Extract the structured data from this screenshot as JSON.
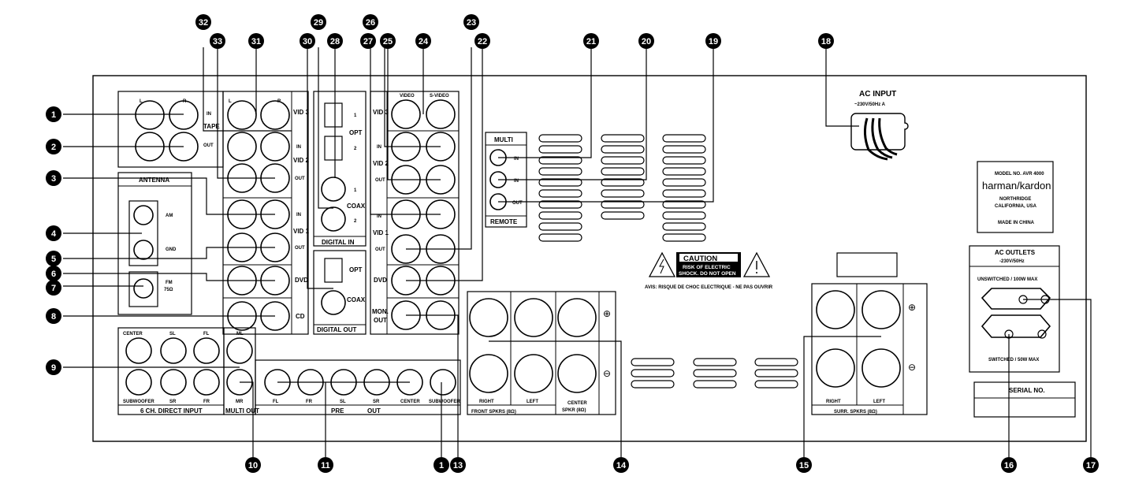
{
  "panel": {
    "tape": {
      "l": "L",
      "r": "R",
      "in": "IN",
      "out": "OUT",
      "title": "TAPE"
    },
    "antenna": {
      "title": "ANTENNA",
      "am": "AM",
      "gnd": "GND",
      "fm": "FM",
      "fm_ohm": "75Ω"
    },
    "video_audio": {
      "l": "L",
      "r": "R",
      "vid3": "VID 3",
      "vid2": "VID 2",
      "vid1": "VID 1",
      "in": "IN",
      "out": "OUT",
      "dvd": "DVD",
      "cd": "CD"
    },
    "digital_in": {
      "title": "DIGITAL IN",
      "opt": "OPT",
      "coax": "COAX",
      "n1": "1",
      "n2": "2"
    },
    "digital_out": {
      "title": "DIGITAL OUT",
      "opt": "OPT",
      "coax": "COAX"
    },
    "video": {
      "video": "VIDEO",
      "svideo": "S-VIDEO",
      "vid3": "VID 3",
      "vid2": "VID 2",
      "vid1": "VID 1",
      "in": "IN",
      "out": "OUT",
      "dvd": "DVD",
      "mon": "MON.",
      "mon_out": "OUT"
    },
    "remote": {
      "multi": "MULTI",
      "in1": "IN",
      "in2": "IN",
      "out": "OUT",
      "remote": "REMOTE"
    },
    "ac_input": {
      "title": "AC INPUT",
      "spec": "~230V/50Hz  A"
    },
    "model": {
      "model": "MODEL NO. AVR 4000",
      "brand": "harman/kardon",
      "city": "NORTHRIDGE",
      "state": "CALIFORNIA, USA",
      "made": "MADE IN CHINA"
    },
    "caution": {
      "title": "CAUTION",
      "line1": "RISK OF ELECTRIC",
      "line2": "SHOCK. DO NOT OPEN",
      "avis": "AVIS: RISQUE DE CHOC ELECTRIQUE - NE PAS OUVRIR"
    },
    "direct_input": {
      "center": "CENTER",
      "sl": "SL",
      "fl": "FL",
      "ml": "ML",
      "subwoofer": "SUBWOOFER",
      "sr": "SR",
      "fr": "FR",
      "mr": "MR",
      "title": "6 CH. DIRECT INPUT",
      "multi_out": "MULTI OUT"
    },
    "pre_out": {
      "fl": "FL",
      "fr": "FR",
      "sl": "SL",
      "sr": "SR",
      "center": "CENTER",
      "subwoofer": "SUBWOOFER",
      "pre": "PRE",
      "out": "OUT"
    },
    "front_spkrs": {
      "right": "RIGHT",
      "left": "LEFT",
      "title": "FRONT SPKRS (8Ω)",
      "center": "CENTER",
      "center_title": "SPKR (8Ω)",
      "plus": "⊕",
      "minus": "⊖"
    },
    "surr_spkrs": {
      "right": "RIGHT",
      "left": "LEFT",
      "title": "SURR. SPKRS (8Ω)",
      "plus": "⊕",
      "minus": "⊖"
    },
    "ac_outlets": {
      "title": "AC OUTLETS",
      "spec": "-230V/50Hz",
      "unswitched": "UNSWITCHED / 100W MAX",
      "switched": "SWITCHED / 50W MAX"
    },
    "serial": {
      "title": "SERIAL NO."
    }
  },
  "callouts": {
    "c1": "1",
    "c2": "2",
    "c3": "3",
    "c4": "4",
    "c5": "5",
    "c6": "6",
    "c7": "7",
    "c8": "8",
    "c9": "9",
    "c10": "10",
    "c11": "11",
    "c12": "1",
    "c13": "13",
    "c14": "14",
    "c15": "15",
    "c16": "16",
    "c17": "17",
    "c18": "18",
    "c19": "19",
    "c20": "20",
    "c21": "21",
    "c22": "22",
    "c23": "23",
    "c24": "24",
    "c25": "25",
    "c26": "26",
    "c27": "27",
    "c28": "28",
    "c29": "29",
    "c30": "30",
    "c31": "31",
    "c32": "32",
    "c33": "33"
  }
}
